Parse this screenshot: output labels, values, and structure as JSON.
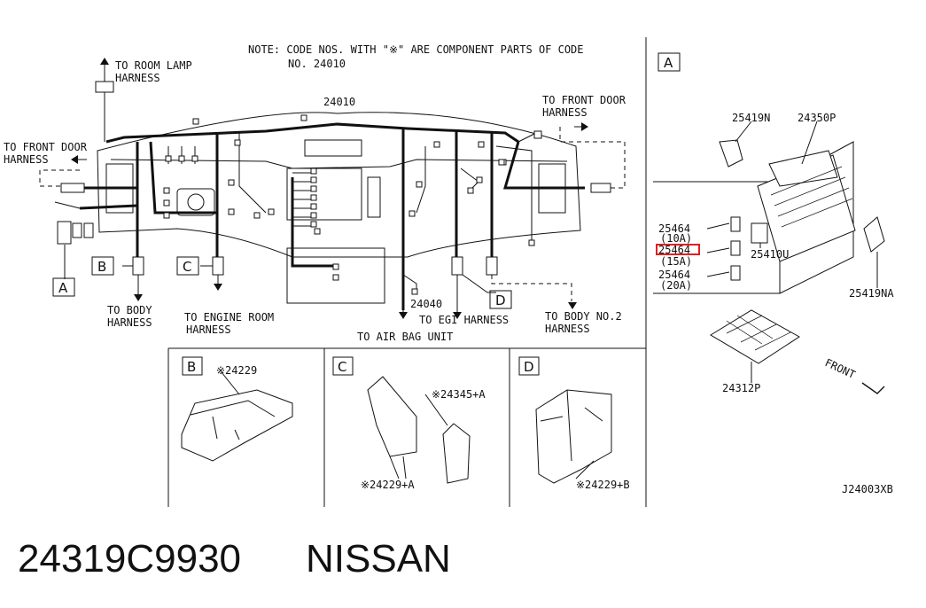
{
  "note": [
    "NOTE: CODE NOS. WITH \"※\" ARE COMPONENT PARTS OF CODE",
    "NO. 24010"
  ],
  "main_part": "24010",
  "harness_labels": {
    "room_lamp": [
      "TO ROOM LAMP",
      "HARNESS"
    ],
    "front_door_left": [
      "TO FRONT DOOR",
      "HARNESS"
    ],
    "front_door_right": [
      "TO FRONT DOOR",
      "HARNESS"
    ],
    "body": [
      "TO BODY",
      "HARNESS"
    ],
    "engine_room": [
      "TO ENGINE ROOM",
      "HARNESS"
    ],
    "air_bag": "TO AIR BAG UNIT",
    "egi": "TO EGI HARNESS",
    "body_no2": [
      "TO BODY NO.2",
      "HARNESS"
    ]
  },
  "letters": {
    "a": "A",
    "b": "B",
    "c": "C",
    "d": "D"
  },
  "part_24040": "24040",
  "detail_a": {
    "letter": "A",
    "parts": {
      "p25419N": "25419N",
      "p24350P": "24350P",
      "fuse1": "25464",
      "fuse1_amp": "(10A)",
      "fuse2": "25464",
      "fuse2_amp": "(15A)",
      "fuse3": "25464",
      "fuse3_amp": "(20A)",
      "p25410U": "25410U",
      "p25419NA": "25419NA",
      "p24312P": "24312P"
    },
    "front": "FRONT"
  },
  "detail_b": {
    "letter": "B",
    "part": "※24229"
  },
  "detail_c": {
    "letter": "C",
    "part1": "※24345+A",
    "part2": "※24229+A"
  },
  "detail_d": {
    "letter": "D",
    "part": "※24229+B"
  },
  "diagram_code": "J24003XB",
  "footer": {
    "part_number": "24319C9930",
    "brand": "NISSAN"
  },
  "colors": {
    "highlight": "#e02020",
    "line": "#111111"
  }
}
